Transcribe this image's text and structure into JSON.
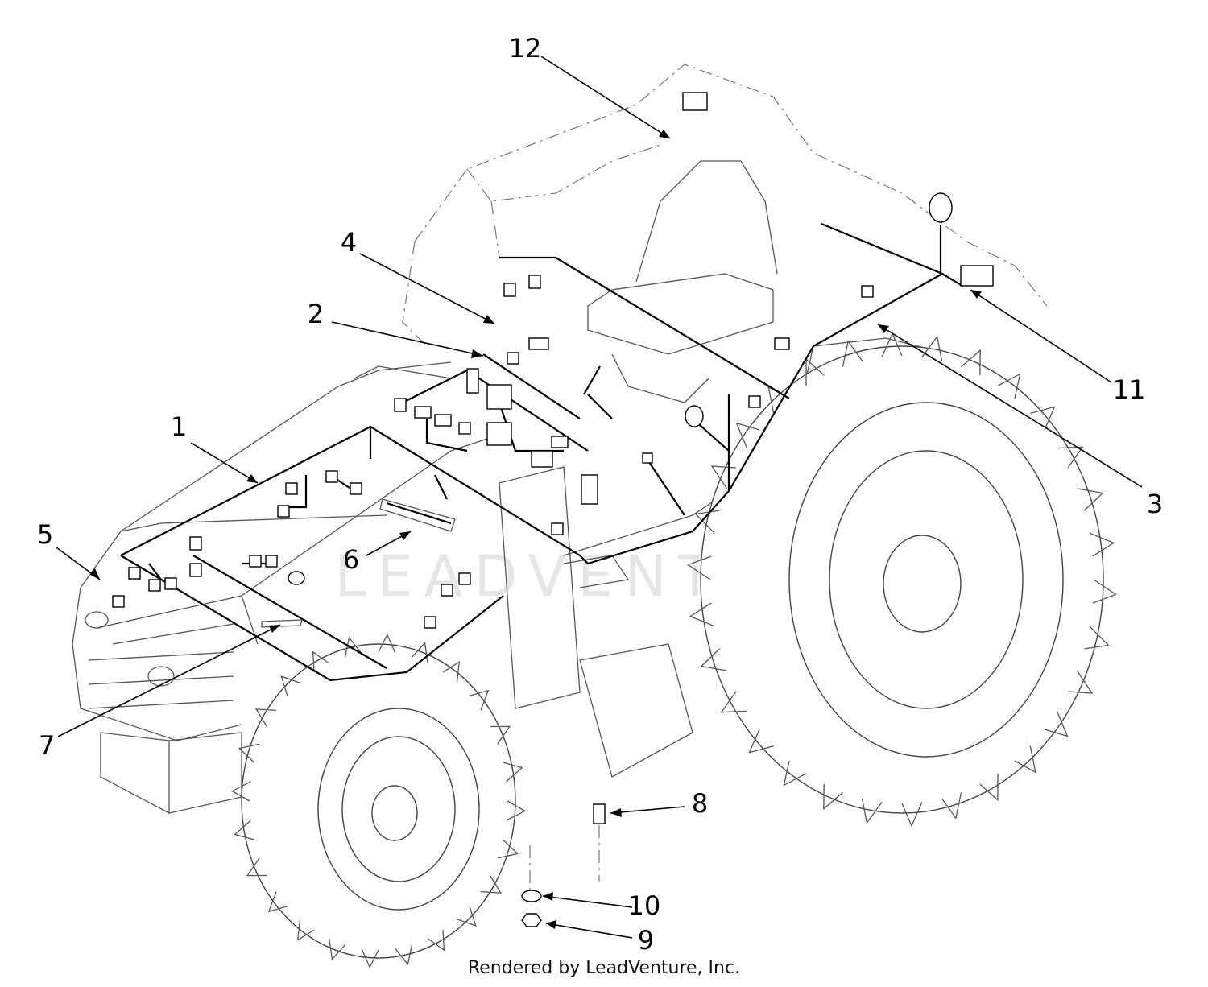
{
  "callouts": [
    {
      "id": "1",
      "label": "1"
    },
    {
      "id": "2",
      "label": "2"
    },
    {
      "id": "3",
      "label": "3"
    },
    {
      "id": "4",
      "label": "4"
    },
    {
      "id": "5",
      "label": "5"
    },
    {
      "id": "6",
      "label": "6"
    },
    {
      "id": "7",
      "label": "7"
    },
    {
      "id": "8",
      "label": "8"
    },
    {
      "id": "9",
      "label": "9"
    },
    {
      "id": "10",
      "label": "10"
    },
    {
      "id": "11",
      "label": "11"
    },
    {
      "id": "12",
      "label": "12"
    }
  ],
  "watermark": "LEADVENTURE",
  "footer": "Rendered by LeadVenture, Inc."
}
